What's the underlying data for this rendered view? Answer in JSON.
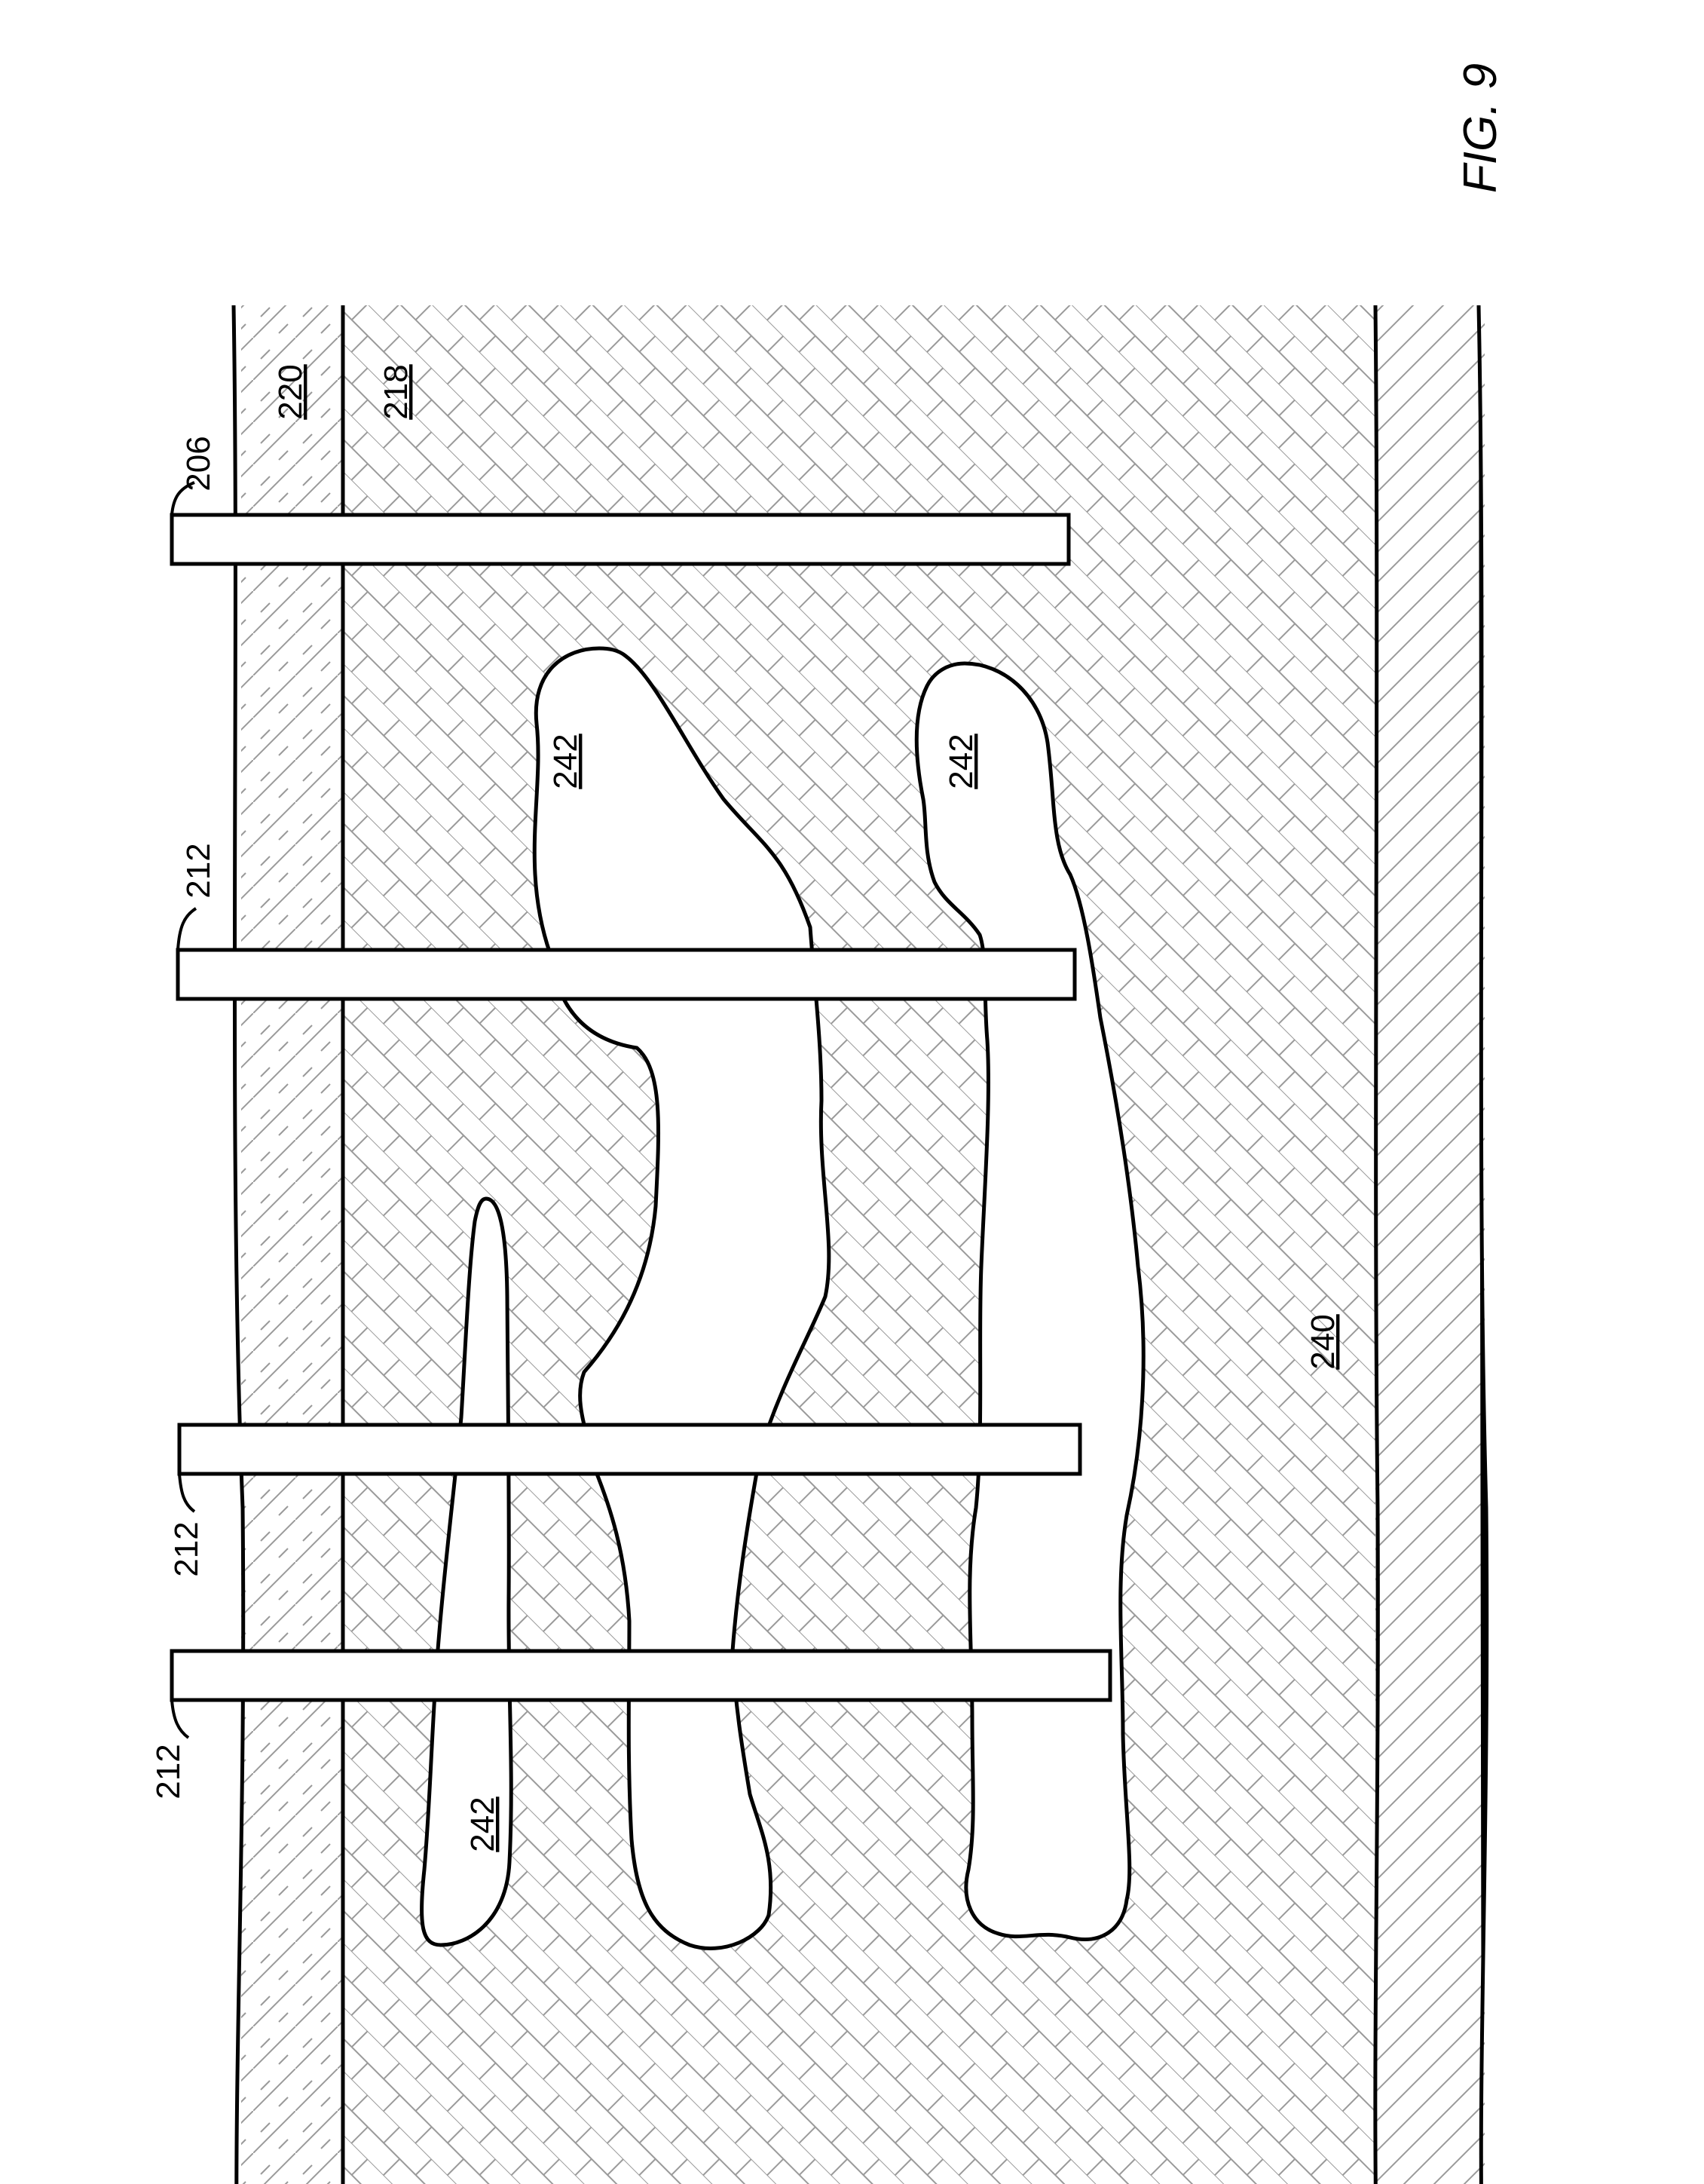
{
  "figure": {
    "caption": "FIG. 9",
    "labels": {
      "layer_220": "220",
      "layer_218": "218",
      "layer_240": "240",
      "well_206": "206",
      "well_212_a": "212",
      "well_212_b": "212",
      "well_212_c": "212",
      "fracture_242_a": "242",
      "fracture_242_b": "242",
      "fracture_242_c": "242"
    }
  }
}
